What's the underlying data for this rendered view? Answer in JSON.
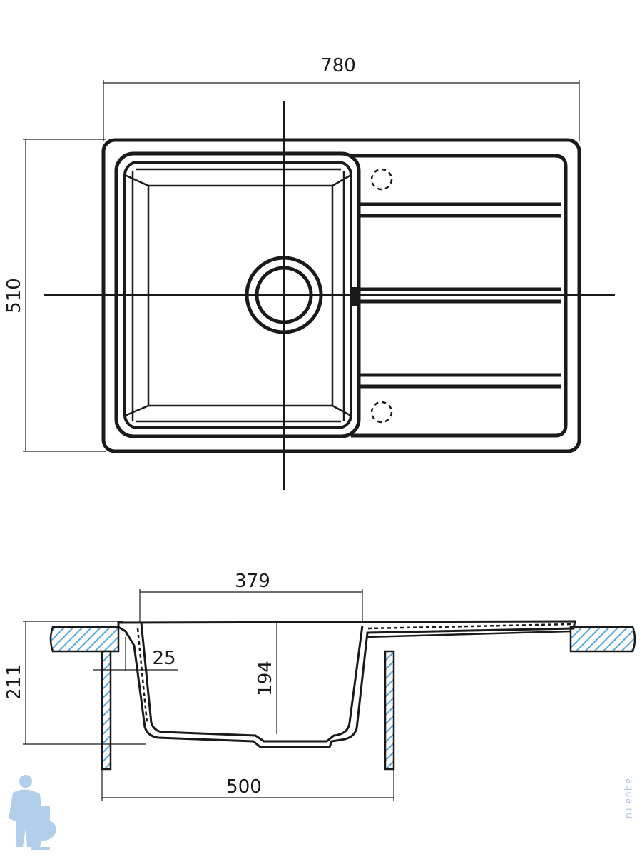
{
  "dimensions": {
    "overall_width": "780",
    "overall_depth": "510",
    "bowl_width": "379",
    "bowl_depth": "194",
    "rim_thickness": "25",
    "total_height": "211",
    "min_cabinet": "500"
  },
  "watermark": "aqua.ru",
  "colors": {
    "line": "#1a1a1a",
    "hatch": "#5aa9d8",
    "mascot": "#a9c9e8"
  }
}
